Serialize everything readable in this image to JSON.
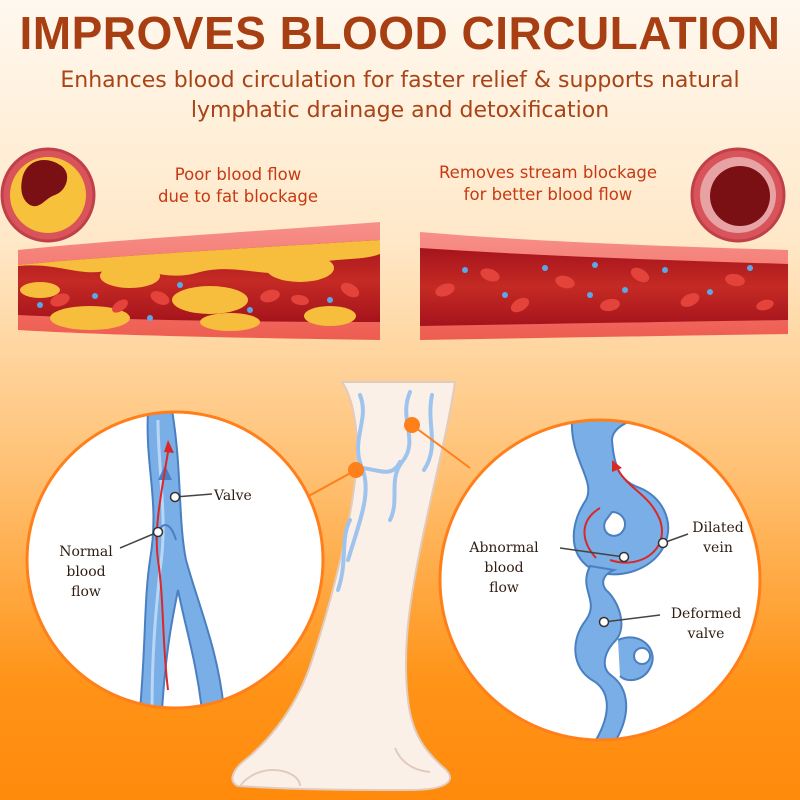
{
  "header": {
    "title": "IMPROVES BLOOD CIRCULATION",
    "subtitle_line1": "Enhances blood circulation for faster relief & supports natural",
    "subtitle_line2": "lymphatic drainage and detoxification"
  },
  "vessels": {
    "left_line1": "Poor blood flow",
    "left_line2": "due to fat blockage",
    "right_line1": "Removes stream blockage",
    "right_line2": "for better blood flow"
  },
  "normal_vein": {
    "valve": "Valve",
    "flow_line1": "Normal",
    "flow_line2": "blood",
    "flow_line3": "flow"
  },
  "abnormal_vein": {
    "flow_line1": "Abnormal",
    "flow_line2": "blood",
    "flow_line3": "flow",
    "dilated_line1": "Dilated",
    "dilated_line2": "vein",
    "deformed_line1": "Deformed",
    "deformed_line2": "valve"
  },
  "colors": {
    "title": "#a73f12",
    "vessel_wall": "#f26b5e",
    "blood": "#b31b1b",
    "fat": "#f7bd3c",
    "vein": "#7aaee6",
    "accent_orange": "#ff7f1a"
  }
}
